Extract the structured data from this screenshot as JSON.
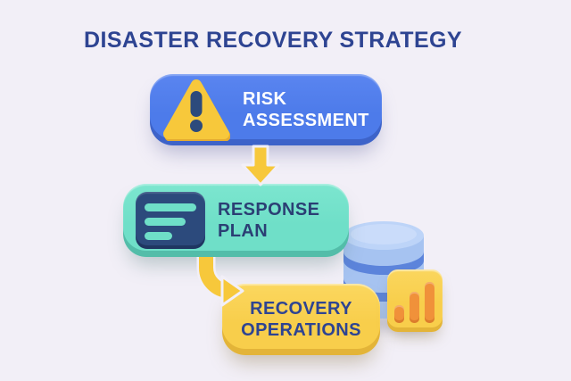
{
  "title": "DISASTER RECOVERY STRATEGY",
  "nodes": {
    "risk": {
      "label": "RISK\nASSESSMENT",
      "icon": "warning-icon"
    },
    "response": {
      "label": "RESPONSE\nPLAN",
      "icon": "document-list-icon"
    },
    "recovery": {
      "label": "RECOVERY\nOPERATIONS",
      "icon": ""
    }
  },
  "flow": [
    {
      "from": "RISK ASSESSMENT",
      "to": "RESPONSE PLAN"
    },
    {
      "from": "RESPONSE PLAN",
      "to": "RECOVERY OPERATIONS"
    }
  ],
  "decorations": {
    "database_icon": "database-icon",
    "bar_chart_icon": "bar-chart-icon"
  },
  "colors": {
    "background": "#F2EFF7",
    "title_text": "#2E4492",
    "navy_text": "#2B3F74",
    "white_text": "#FFFFFF",
    "risk_box": "#4D7BEA",
    "response_box": "#6FDFC8",
    "recovery_box": "#F8CE4B",
    "arrow": "#F7C83B",
    "icon_navy": "#2C4A7C",
    "database_blue": "#A6C3F1",
    "database_groove": "#5C84DB",
    "chart_bar_orange": "#F0913A"
  }
}
